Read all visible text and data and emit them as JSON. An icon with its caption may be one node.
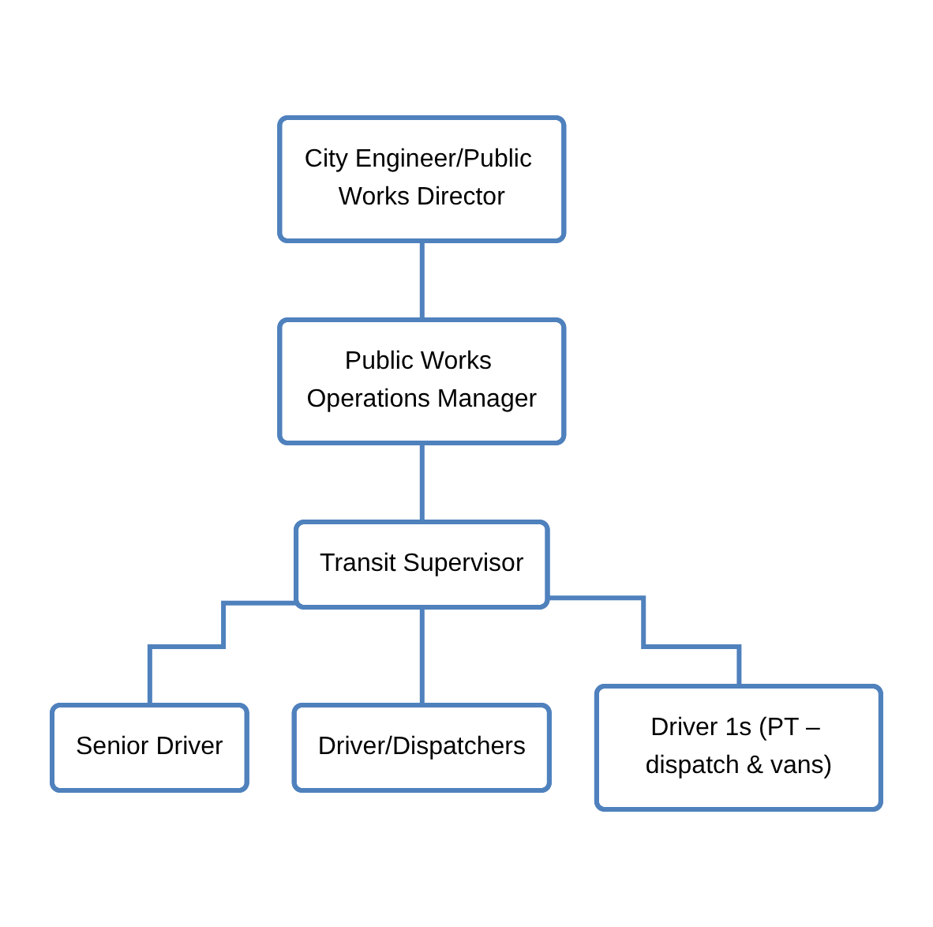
{
  "diagram": {
    "nodes": [
      {
        "text": [
          "City Engineer/Public Works Director"
        ]
      },
      {
        "text": [
          "Public Works Operations Manager"
        ]
      },
      {
        "text": [
          "Transit Supervisor"
        ]
      },
      {
        "text": [
          "Senior Driver"
        ]
      },
      {
        "text": [
          "Driver/Dispatchers"
        ]
      },
      {
        "text": [
          "Driver 1s (PT – dispatch & vans)"
        ]
      }
    ],
    "edges": [
      {
        "from": 0,
        "to": 1,
        "arrow": "none"
      },
      {
        "from": 1,
        "to": 2,
        "arrow": "none"
      },
      {
        "from": 2,
        "to": 3,
        "arrow": "none"
      },
      {
        "from": 2,
        "to": 4,
        "arrow": "none"
      },
      {
        "from": 2,
        "to": 5,
        "arrow": "none"
      }
    ]
  }
}
